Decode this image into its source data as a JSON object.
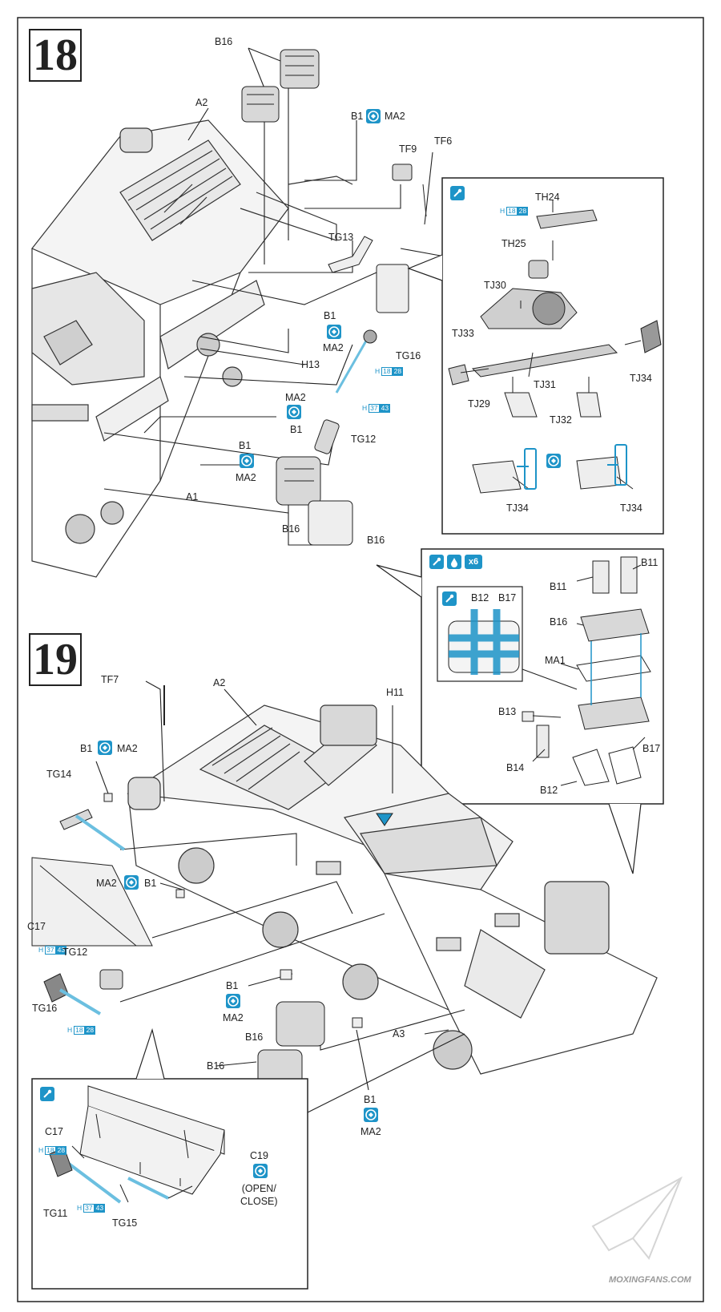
{
  "steps": {
    "step18": {
      "number": "18",
      "labels": {
        "b16_top": "B16",
        "a2": "A2",
        "b1_top": "B1",
        "ma2_top": "MA2",
        "tf9": "TF9",
        "tf6": "TF6",
        "tg13": "TG13",
        "b1_mid": "B1",
        "ma2_mid": "MA2",
        "h13": "H13",
        "tg16": "TG16",
        "ma2_b": "MA2",
        "b1_b": "B1",
        "tg12": "TG12",
        "b1_c": "B1",
        "ma2_c": "MA2",
        "a1": "A1",
        "b16_left": "B16",
        "b16_right": "B16"
      },
      "paint_codes": {
        "tg16": {
          "h": "H",
          "a": "18",
          "b": "28"
        },
        "tg16_b": {
          "h": "H",
          "a": "37",
          "b": "43"
        }
      },
      "inset": {
        "labels": {
          "th24": "TH24",
          "th25": "TH25",
          "tj30": "TJ30",
          "tj33": "TJ33",
          "tj29": "TJ29",
          "tj31": "TJ31",
          "tj32": "TJ32",
          "tj34": "TJ34",
          "tj34_b": "TJ34",
          "tj34_c": "TJ34"
        },
        "paint_code": {
          "h": "H",
          "a": "18",
          "b": "28"
        }
      }
    },
    "step19": {
      "number": "19",
      "labels": {
        "tf7": "TF7",
        "a2": "A2",
        "h11": "H11",
        "b1_top": "B1",
        "ma2_top": "MA2",
        "tg14": "TG14",
        "ma2_mid": "MA2",
        "b1_mid": "B1",
        "c17": "C17",
        "tg12": "TG12",
        "tg16": "TG16",
        "b1_low": "B1",
        "ma2_low": "MA2",
        "b16_a": "B16",
        "b16_b": "B16",
        "a3": "A3",
        "b1_bot": "B1",
        "ma2_bot": "MA2"
      },
      "paint_codes": {
        "tg16_top": {
          "h": "H",
          "a": "37",
          "b": "43"
        },
        "tg16_bot": {
          "h": "H",
          "a": "18",
          "b": "28"
        }
      },
      "jerrycan_inset": {
        "multiplier": "x6",
        "labels": {
          "b11_a": "B11",
          "b11_b": "B11",
          "b16": "B16",
          "ma1": "MA1",
          "b13": "B13",
          "b14": "B14",
          "b17": "B17",
          "b12": "B12",
          "sub_b12": "B12",
          "sub_b17": "B17"
        }
      },
      "bottom_inset": {
        "labels": {
          "c17": "C17",
          "c19": "C19",
          "open_close": "(OPEN/\nCLOSE)",
          "tg11": "TG11",
          "tg15": "TG15"
        },
        "paint_codes": {
          "a": {
            "h": "H",
            "a": "18",
            "b": "28"
          },
          "b": {
            "h": "H",
            "a": "37",
            "b": "43"
          }
        }
      }
    }
  },
  "watermark": {
    "text": "MOXINGFANS.COM"
  },
  "colors": {
    "accent": "#1e94c8",
    "line": "#222222",
    "shade": "#b8b8b8"
  }
}
